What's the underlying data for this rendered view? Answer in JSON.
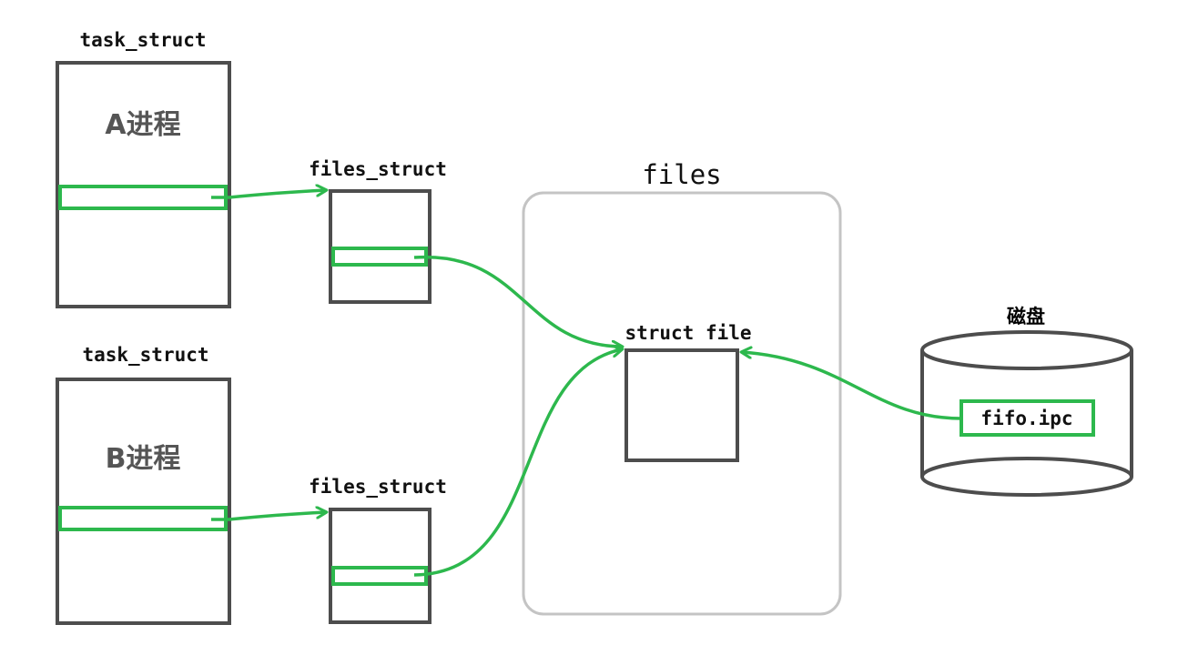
{
  "colors": {
    "box_stroke": "#4d4d4d",
    "link_green": "#2db84d",
    "files_frame": "#c4c4c4",
    "text": "#111111",
    "process_text": "#555555"
  },
  "process_a": {
    "title": "task_struct",
    "name": "A进程"
  },
  "process_b": {
    "title": "task_struct",
    "name": "B进程"
  },
  "files_struct_a": {
    "title": "files_struct"
  },
  "files_struct_b": {
    "title": "files_struct"
  },
  "files_region": {
    "title": "files"
  },
  "struct_file": {
    "title": "struct file"
  },
  "disk": {
    "title": "磁盘",
    "file_name": "fifo.ipc"
  }
}
